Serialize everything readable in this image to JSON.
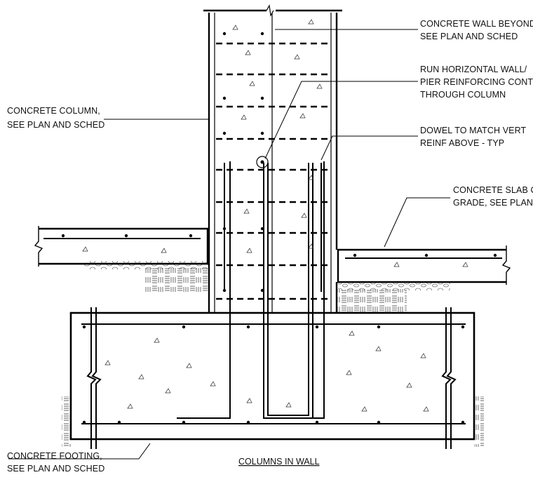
{
  "labels": {
    "concrete_wall_beyond": [
      "CONCRETE WALL BEYOND,",
      "SEE PLAN AND SCHED"
    ],
    "run_horizontal": [
      "RUN HORIZONTAL WALL/",
      "PIER REINFORCING CONT",
      "THROUGH COLUMN"
    ],
    "concrete_column": [
      "CONCRETE COLUMN,",
      "SEE PLAN AND SCHED"
    ],
    "dowel": [
      "DOWEL TO MATCH VERT",
      "REINF ABOVE - TYP"
    ],
    "slab_on_grade": [
      "CONCRETE SLAB ON",
      "GRADE, SEE PLAN"
    ],
    "footing": [
      "CONCRETE FOOTING,",
      "SEE PLAN AND SCHED"
    ]
  },
  "title": "COLUMNS IN WALL"
}
